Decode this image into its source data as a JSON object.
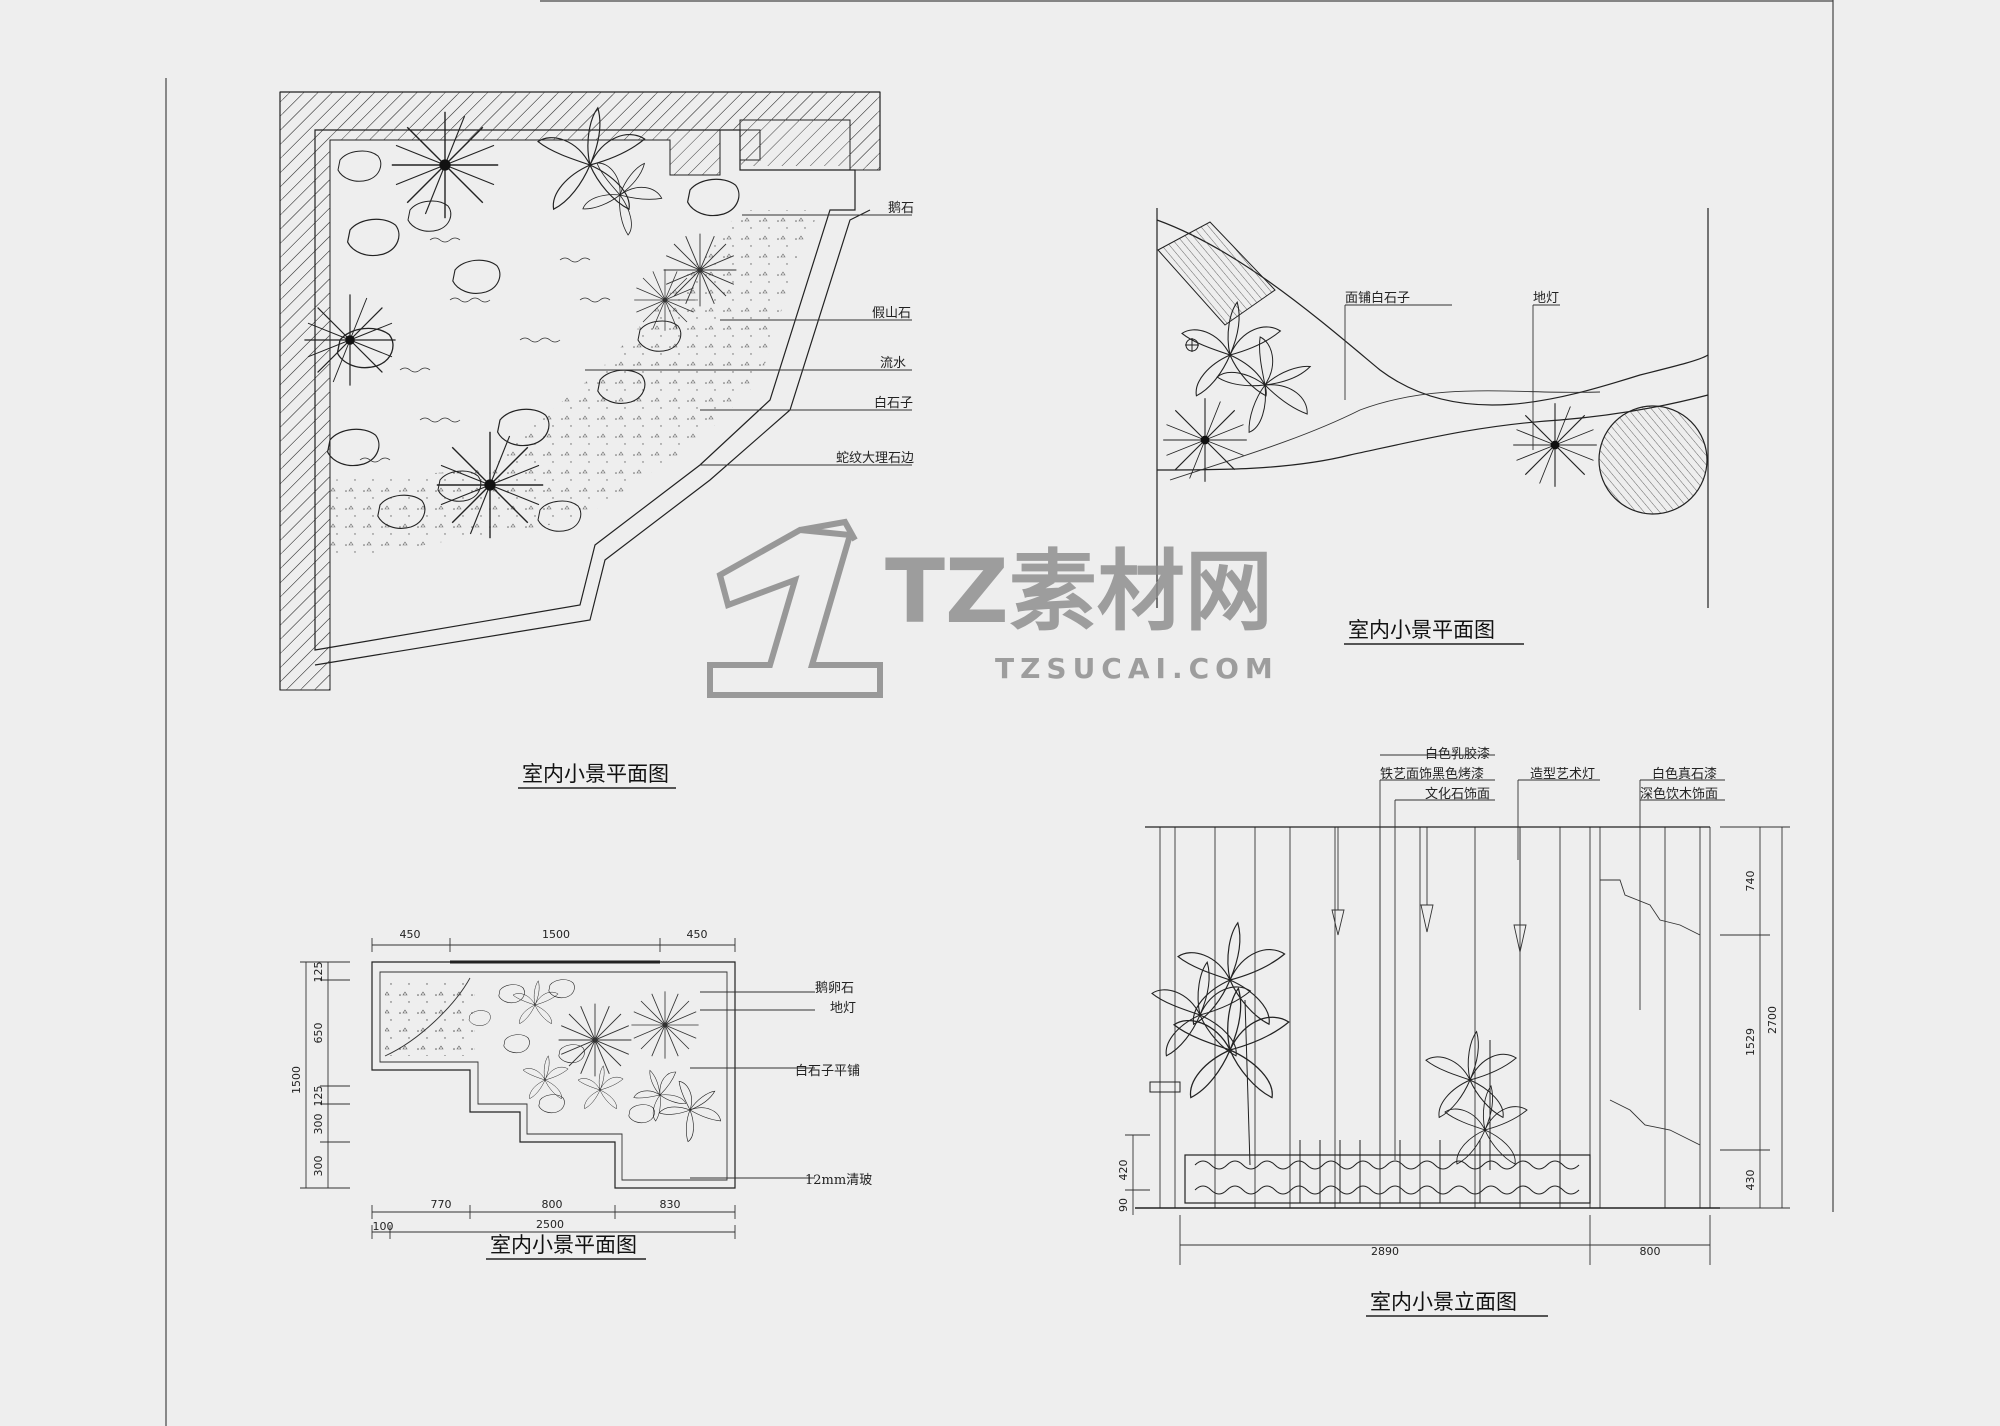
{
  "plan_1": {
    "title": "室内小景平面图",
    "labels": [
      "鹅石",
      "假山石",
      "流水",
      "白石子",
      "蛇纹大理石边"
    ]
  },
  "plan_2": {
    "title": "室内小景平面图",
    "labels": [
      "面铺白石子",
      "地灯"
    ]
  },
  "plan_3": {
    "title": "室内小景平面图",
    "labels": [
      "鹅卵石",
      "地灯",
      "白石子平铺",
      "12mm清玻"
    ],
    "dims_top": [
      "450",
      "1500",
      "450"
    ],
    "dims_bottom": [
      "770",
      "800",
      "830"
    ],
    "dims_total": [
      "100",
      "2500"
    ],
    "dims_left": [
      "125",
      "650",
      "125",
      "300",
      "300"
    ],
    "dims_left_total": "1500"
  },
  "elevation": {
    "title": "室内小景立面图",
    "labels": [
      "白色乳胶漆",
      "铁艺面饰黑色烤漆",
      "文化石饰面",
      "造型艺术灯",
      "白色真石漆",
      "深色饮木饰面"
    ],
    "dims_right": [
      "740",
      "1529",
      "430"
    ],
    "dims_right_total": "2700",
    "dims_left": [
      "420",
      "90"
    ],
    "dims_bottom": [
      "2890",
      "800"
    ]
  },
  "watermark": {
    "brand": "TZ素材网",
    "url": "TZSUCAI.COM"
  }
}
